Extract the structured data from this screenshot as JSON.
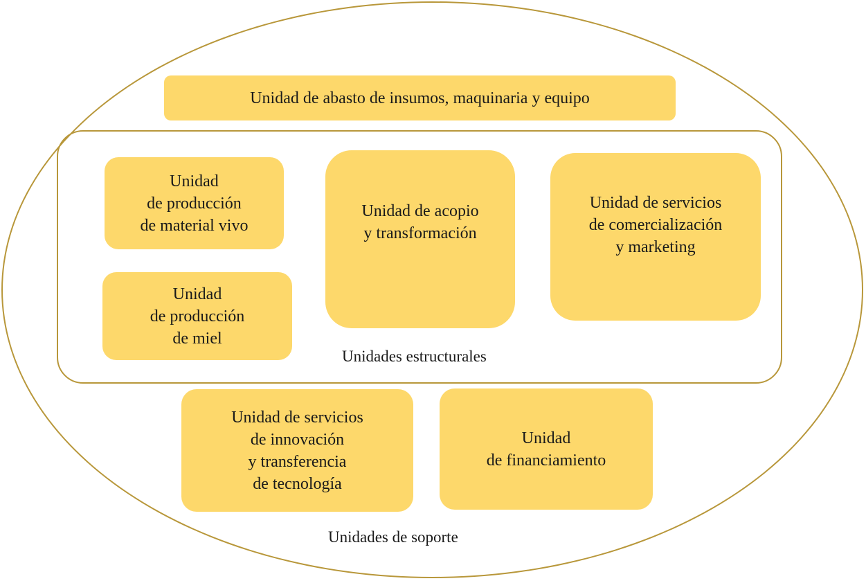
{
  "diagram": {
    "colors": {
      "box_fill": "#fdd86b",
      "outline": "#b8973a"
    },
    "top_unit": "Unidad de abasto de insumos, maquinaria y equipo",
    "structural": {
      "label": "Unidades estructurales",
      "units": [
        "Unidad\nde producción\nde material vivo",
        "Unidad\nde producción\nde miel",
        "Unidad de acopio\ny transformación",
        "Unidad de servicios\nde comercialización\ny marketing"
      ]
    },
    "support": {
      "label": "Unidades de soporte",
      "units": [
        "Unidad de servicios\nde innovación\ny transferencia\nde tecnología",
        "Unidad\nde financiamiento"
      ]
    }
  }
}
